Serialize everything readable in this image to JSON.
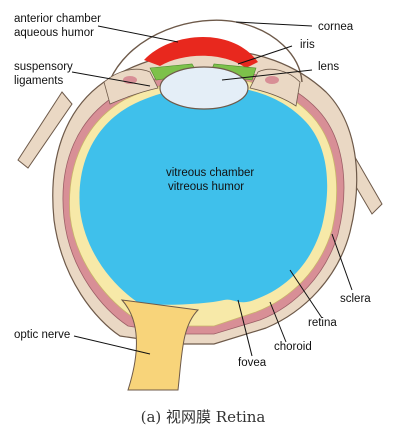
{
  "labels": {
    "anterior_chamber": "anterior chamber",
    "aqueous_humor": "aqueous humor",
    "cornea": "cornea",
    "iris": "iris",
    "lens": "lens",
    "suspensory": "suspensory",
    "ligaments": "ligaments",
    "vitreous_chamber": "vitreous chamber",
    "vitreous_humor": "vitreous humor",
    "sclera": "sclera",
    "retina": "retina",
    "choroid": "choroid",
    "fovea": "fovea",
    "optic_nerve": "optic nerve"
  },
  "caption": "(a) 视网膜 Retina",
  "colors": {
    "vitreous": "#3fc0eb",
    "retina": "#f7e9a8",
    "choroid": "#d88f96",
    "sclera": "#ead8c4",
    "anterior_chamber": "#e8281e",
    "iris": "#7dc14a",
    "lens": "#e4eef7",
    "optic_nerve": "#f8d47a",
    "outline": "#6e5a4a"
  }
}
